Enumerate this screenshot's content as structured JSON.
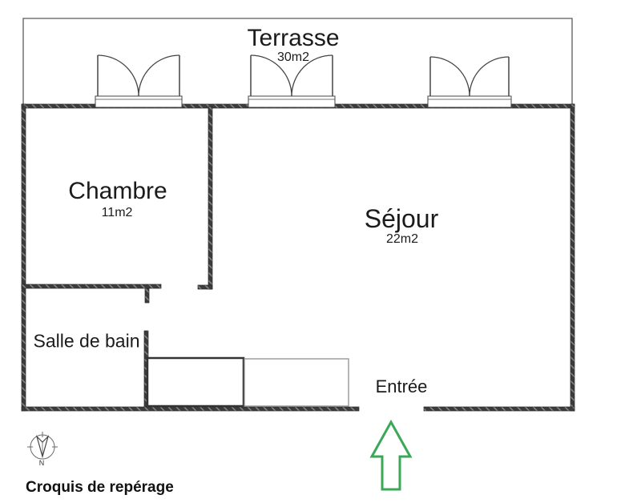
{
  "rooms": {
    "terrasse": {
      "label": "Terrasse",
      "area": "30m2"
    },
    "chambre": {
      "label": "Chambre",
      "area": "11m2"
    },
    "sejour": {
      "label": "Séjour",
      "area": "22m2"
    },
    "salle_de_bain": {
      "label": "Salle de bain"
    },
    "entree": {
      "label": "Entrée"
    }
  },
  "footer": {
    "caption": "Croquis de repérage"
  },
  "compass": {
    "north_label": "N"
  },
  "icons": {
    "compass": "compass-rose-icon",
    "entrance_arrow": "up-arrow-icon"
  },
  "colors": {
    "wall": "#3c3c3c",
    "line": "#444444",
    "terrace_outline": "#5a5a5a",
    "closet_thin": "#8f8f8f",
    "arrow_green": "#3aa857",
    "text": "#1b1b1b",
    "background": "#ffffff"
  }
}
